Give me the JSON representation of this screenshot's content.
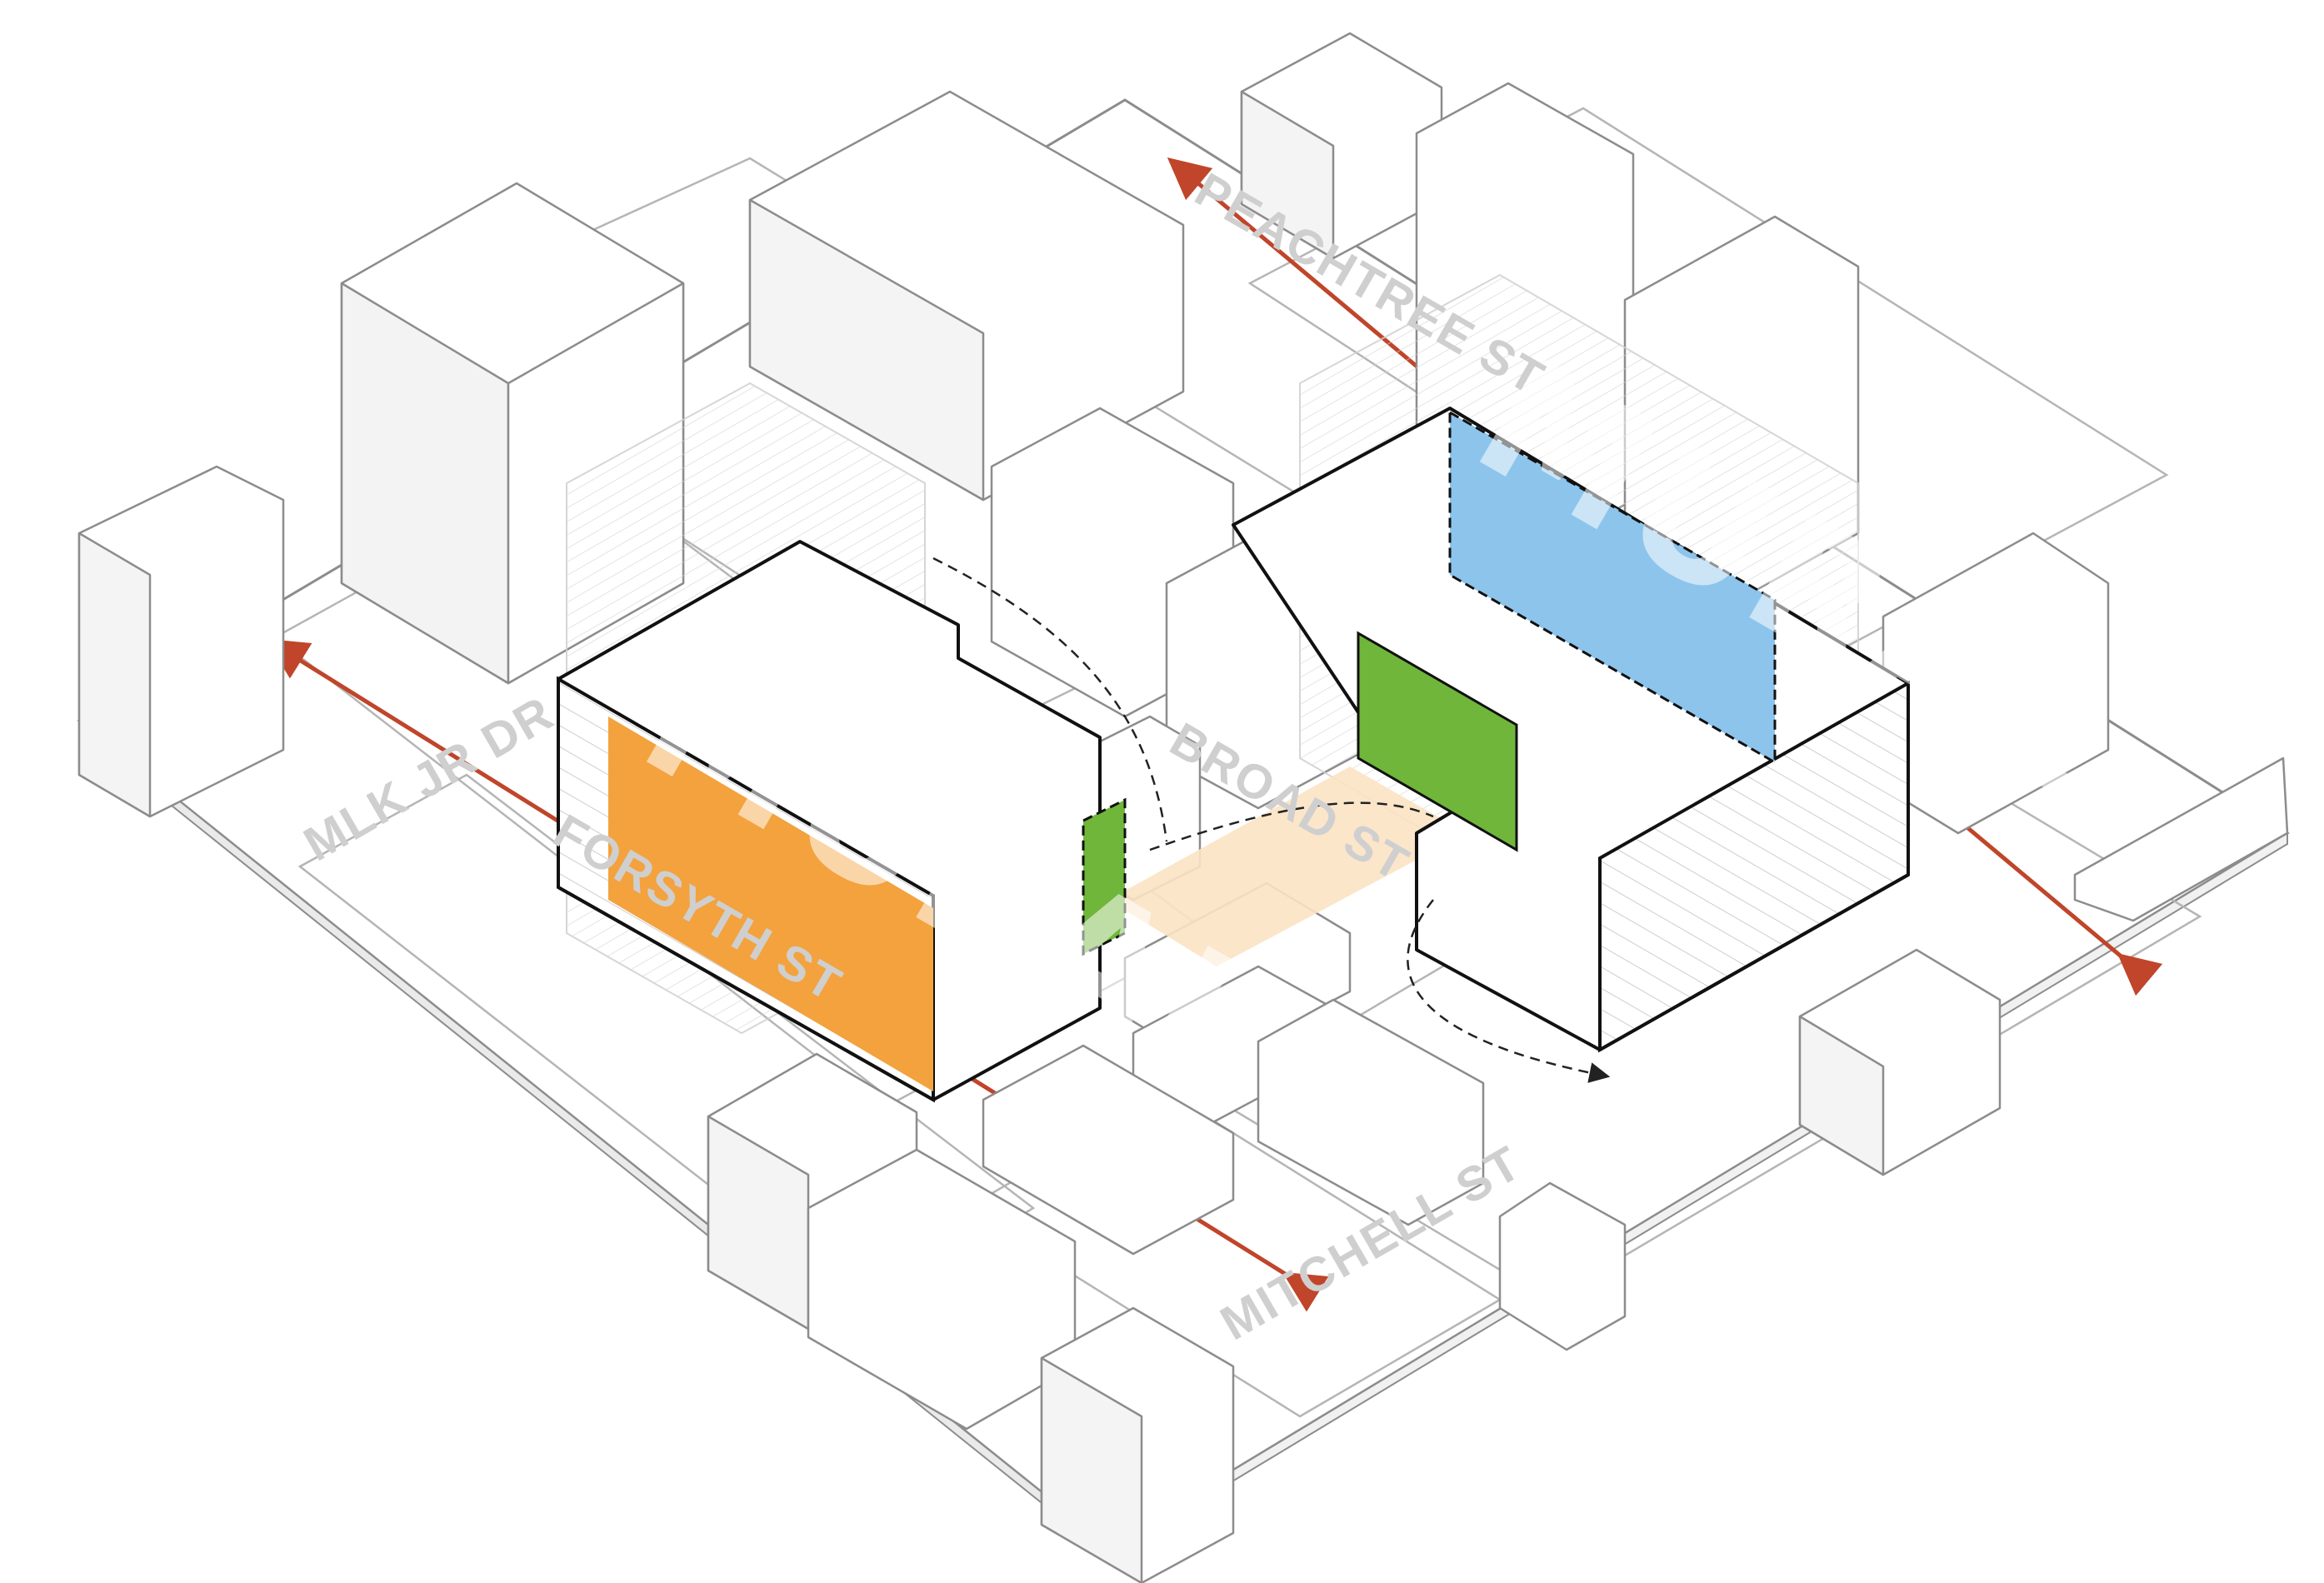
{
  "streets": {
    "peachtree": "PEACHTREE ST",
    "mlk": "MLK JR DR",
    "forsyth": "FORSYTH ST",
    "broad": "BROAD ST",
    "mitchell": "MITCHELL ST"
  },
  "murals": {
    "west": "MURAL",
    "east": "MURAL"
  },
  "colors": {
    "street_arrow": "#c0452a",
    "mural_west": "#f3a23e",
    "mural_east": "#8cc4ec",
    "green_wall": "#6fb63a",
    "plaza": "#fbe3c4",
    "outline": "#9a9a9a",
    "highlight_outline": "#111111"
  }
}
